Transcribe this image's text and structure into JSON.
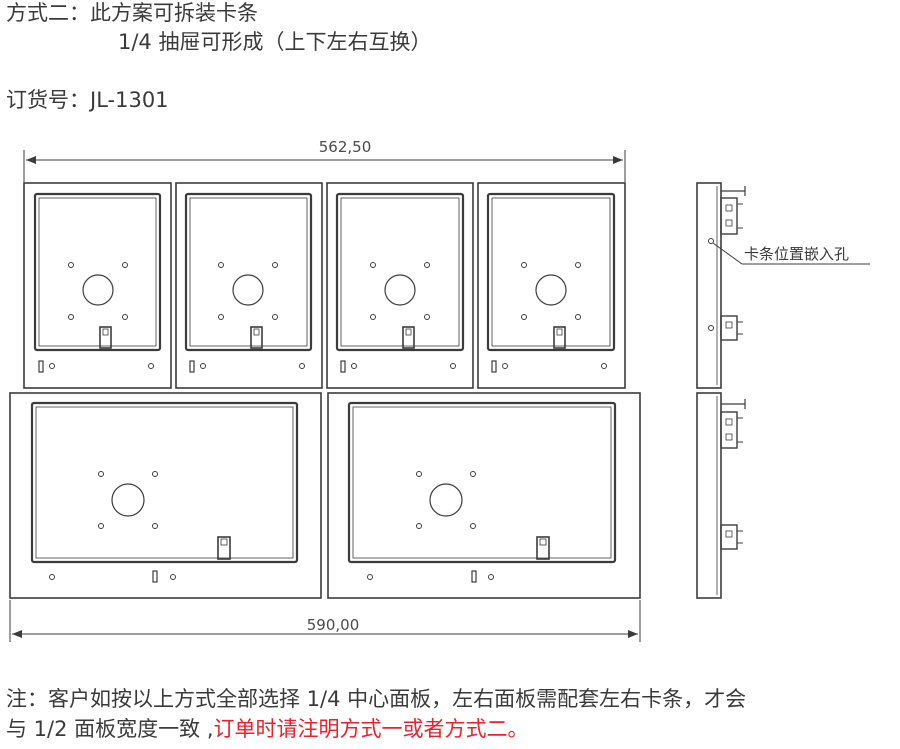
{
  "header": {
    "method_line1": "方式二：此方案可拆装卡条",
    "method_line2": "1/4 抽屉可形成（上下左右互换）",
    "order_no": "订货号：JL-1301"
  },
  "dimensions": {
    "top_width": "562,50",
    "bottom_width": "590,00"
  },
  "side_callout": "卡条位置嵌入孔",
  "note": {
    "line1": "注：客户如按以上方式全部选择 1/4 中心面板，左右面板需配套左右卡条，才会",
    "line2_normal": "与 1/2 面板宽度一致 ,",
    "line2_red": "订单时请注明方式一或者方式二。"
  },
  "colors": {
    "line": "#3c3c3c",
    "text": "#3a3a3a",
    "accent_red": "#e8212b"
  }
}
